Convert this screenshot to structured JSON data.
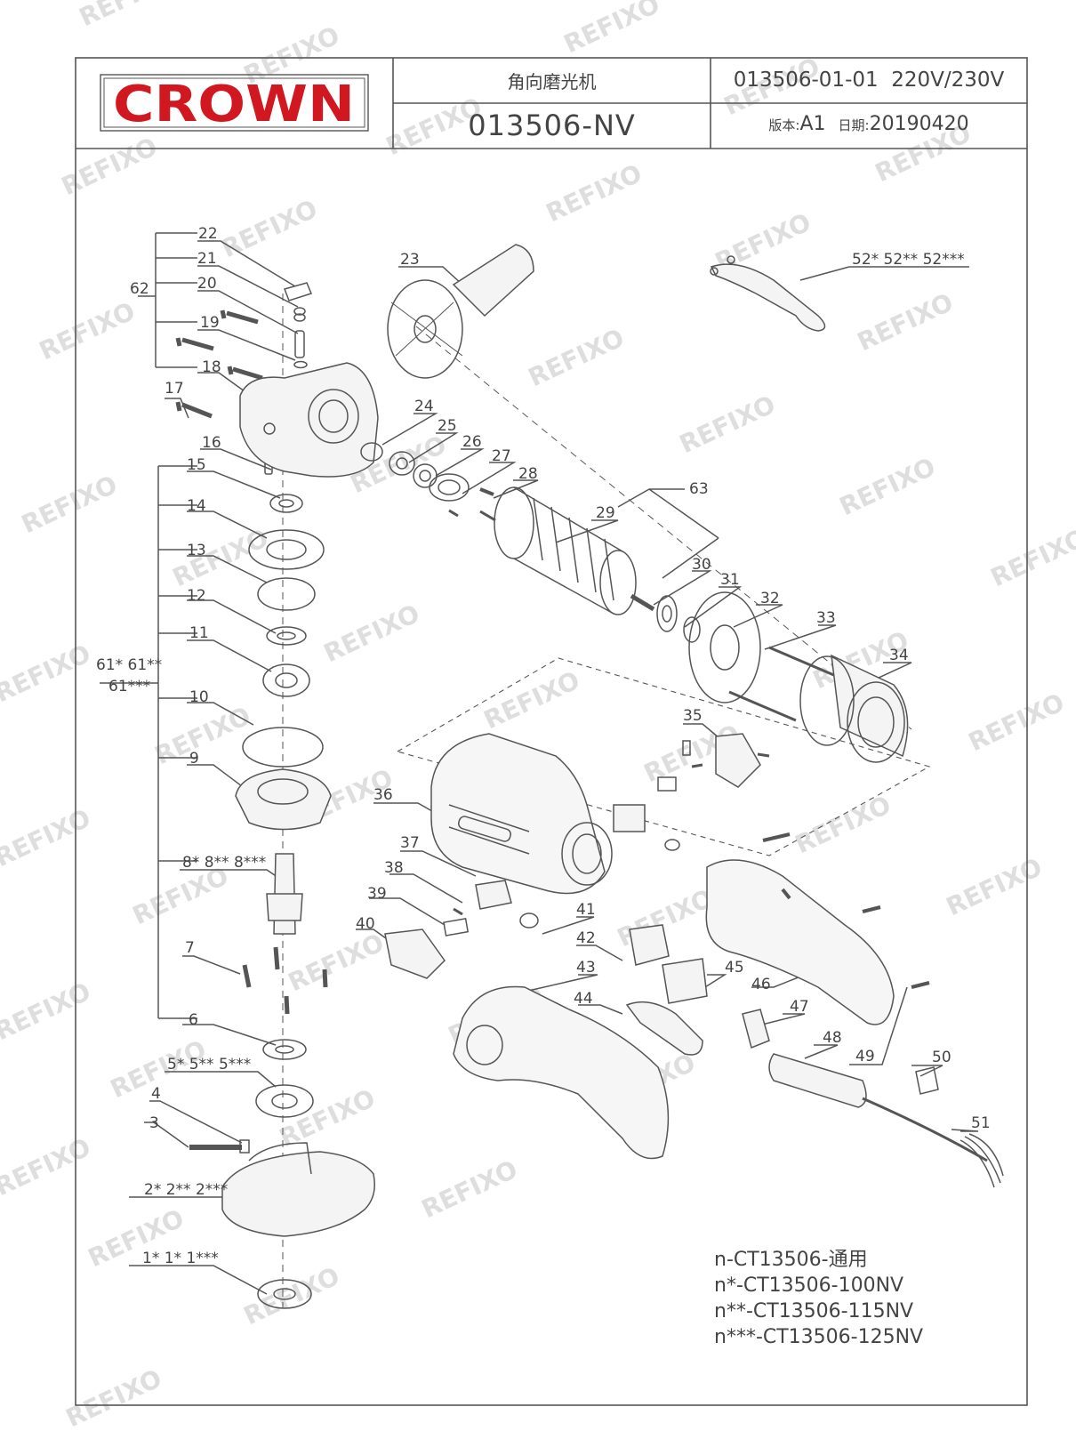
{
  "brand": {
    "logo_text": "CROWN",
    "color": "#d11820"
  },
  "header": {
    "product_name": "角向磨光机",
    "model_code": "013506-NV",
    "drawing_no": "013506-01-01",
    "voltage": "220V/230V",
    "version_label": "版本:",
    "version": "A1",
    "date_label": "日期:",
    "date": "20190420"
  },
  "watermark_text": "REFIXO",
  "parts": {
    "p1": "1* 1* 1***",
    "p2": "2* 2** 2***",
    "p3": "3",
    "p4": "4",
    "p5": "5* 5** 5***",
    "p6": "6",
    "p7": "7",
    "p8": "8* 8** 8***",
    "p9": "9",
    "p10": "10",
    "p11": "11",
    "p12": "12",
    "p13": "13",
    "p14": "14",
    "p15": "15",
    "p16": "16",
    "p17": "17",
    "p18": "18",
    "p19": "19",
    "p20": "20",
    "p21": "21",
    "p22": "22",
    "p23": "23",
    "p24": "24",
    "p25": "25",
    "p26": "26",
    "p27": "27",
    "p28": "28",
    "p29": "29",
    "p30": "30",
    "p31": "31",
    "p32": "32",
    "p33": "33",
    "p34": "34",
    "p35": "35",
    "p36": "36",
    "p37": "37",
    "p38": "38",
    "p39": "39",
    "p40": "40",
    "p41": "41",
    "p42": "42",
    "p43": "43",
    "p44": "44",
    "p45": "45",
    "p46": "46",
    "p47": "47",
    "p48": "48",
    "p49": "49",
    "p50": "50",
    "p51": "51",
    "p52": "52* 52** 52***",
    "p61a": "61* 61**",
    "p61b": "61***",
    "p62": "62",
    "p63": "63"
  },
  "legend": [
    "n-CT13506-通用",
    "n*-CT13506-100NV",
    "n**-CT13506-115NV",
    "n***-CT13506-125NV"
  ]
}
